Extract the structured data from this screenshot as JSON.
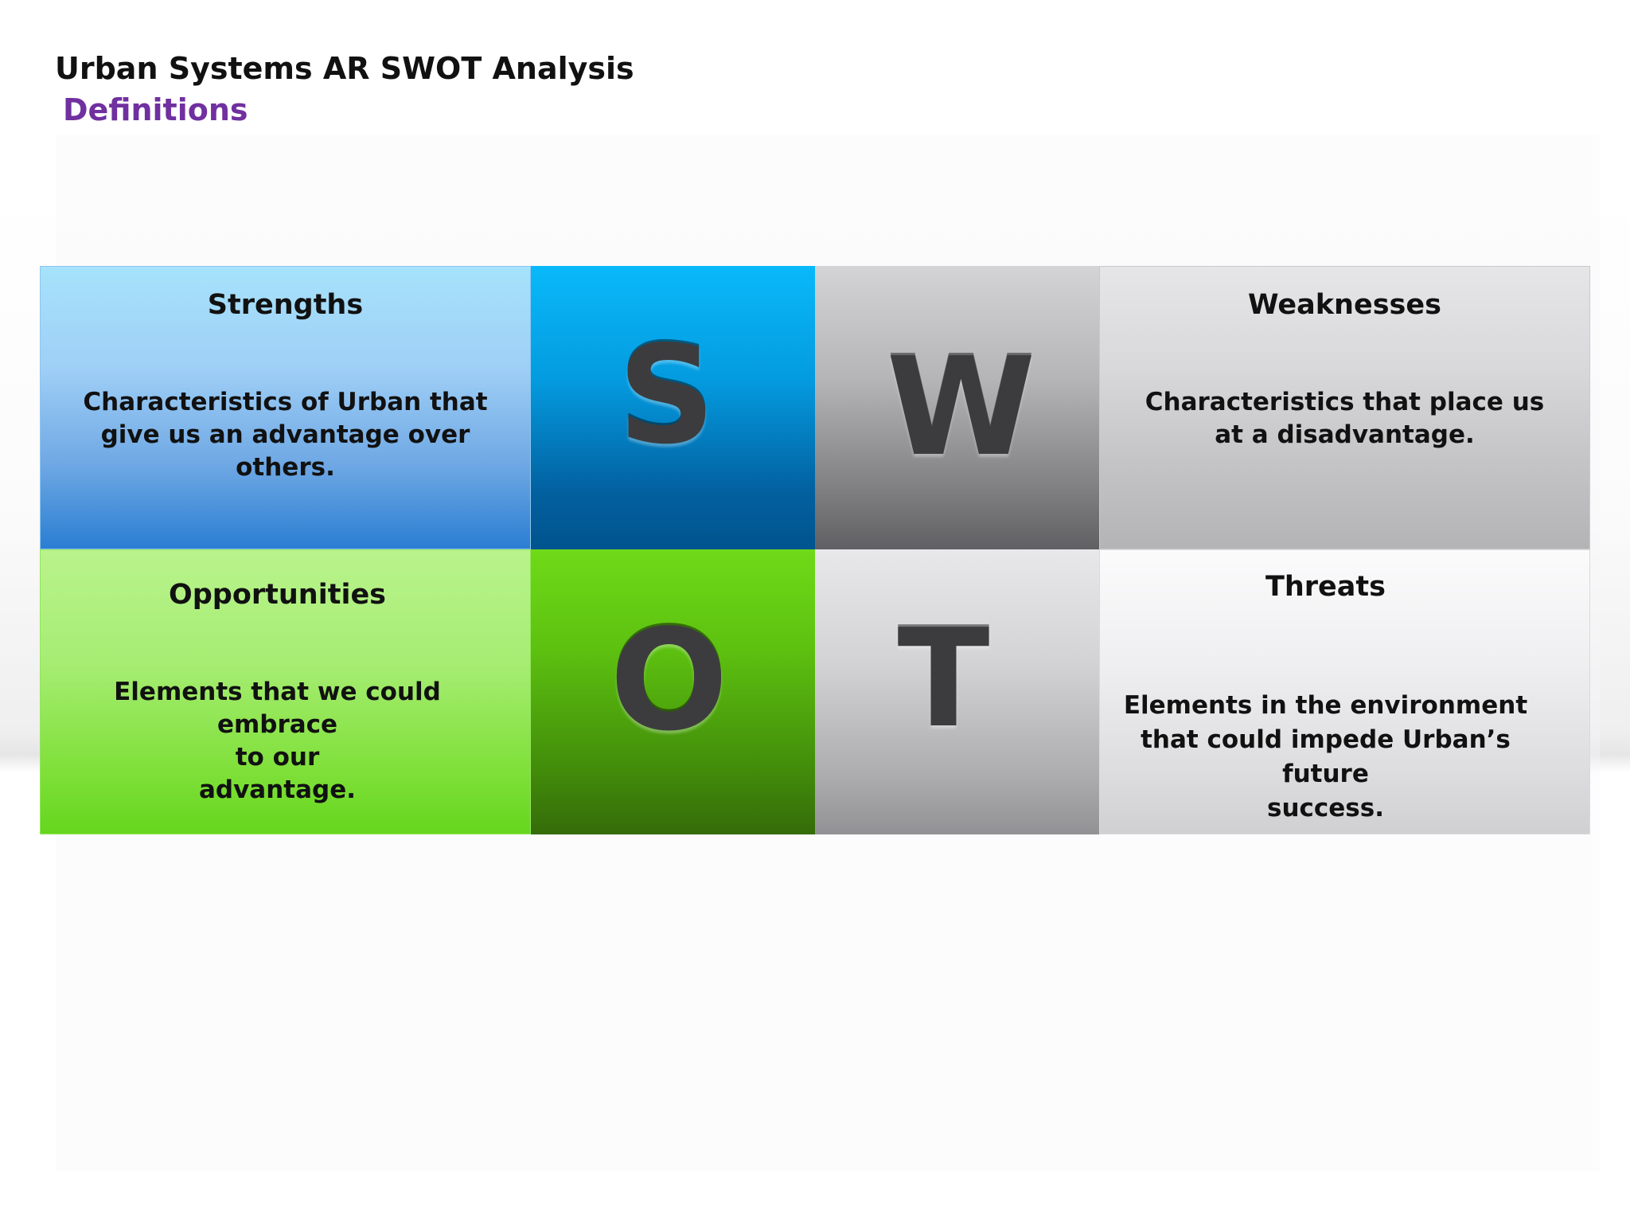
{
  "slide": {
    "title": "Urban Systems AR SWOT Analysis",
    "subtitle": "Definitions"
  },
  "swot": {
    "strengths": {
      "heading": "Strengths",
      "description": "Characteristics of Urban that give us an advantage over others.",
      "letter": "S",
      "color": "#049be0"
    },
    "weaknesses": {
      "heading": "Weaknesses",
      "description": "Characteristics that place us at a disadvantage.",
      "letter": "W",
      "color": "#858486"
    },
    "opportunities": {
      "heading": "Opportunities",
      "description_lines": [
        "Elements that we could embrace",
        "to our",
        "advantage."
      ],
      "letter": "O",
      "color": "#5dc110"
    },
    "threats": {
      "heading": "Threats",
      "description_lines": [
        "Elements in the environment",
        "that could impede Urban’s future",
        "success."
      ],
      "letter": "T",
      "color": "#acabad"
    }
  }
}
